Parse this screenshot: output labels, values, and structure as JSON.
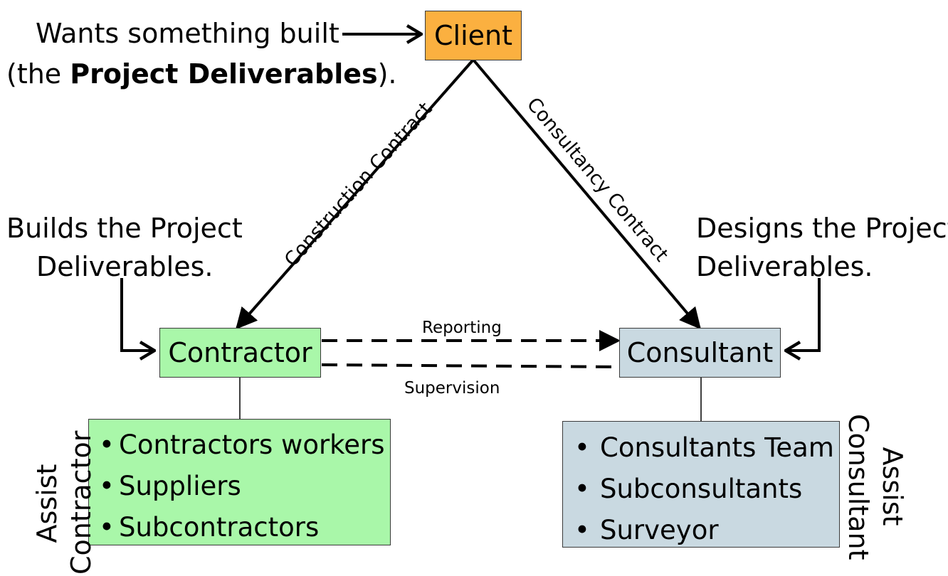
{
  "colors": {
    "client_fill": "#FBB040",
    "contractor_fill": "#A9F7A9",
    "consultant_fill": "#C9D9E1",
    "line": "#000000"
  },
  "client": {
    "label": "Client",
    "note_line1": "Wants something built",
    "note_line2_prefix": "(the ",
    "note_line2_bold": "Project Deliverables",
    "note_line2_suffix": ")."
  },
  "contractor": {
    "label": "Contractor",
    "note_line1": "Builds the Project",
    "note_line2": "Deliverables.",
    "assist_line1": "Assist",
    "assist_line2": "Contractor",
    "helpers": [
      "Contractors workers",
      "Suppliers",
      "Subcontractors"
    ]
  },
  "consultant": {
    "label": "Consultant",
    "note_line1": "Designs the Project",
    "note_line2": "Deliverables.",
    "assist_line1": "Assist",
    "assist_line2": "Consultant",
    "helpers": [
      "Consultants Team",
      "Subconsultants",
      "Surveyor"
    ]
  },
  "links": {
    "construction_contract": "Construction Contract",
    "consultancy_contract": "Consultancy Contract",
    "reporting": "Reporting",
    "supervision": "Supervision"
  }
}
